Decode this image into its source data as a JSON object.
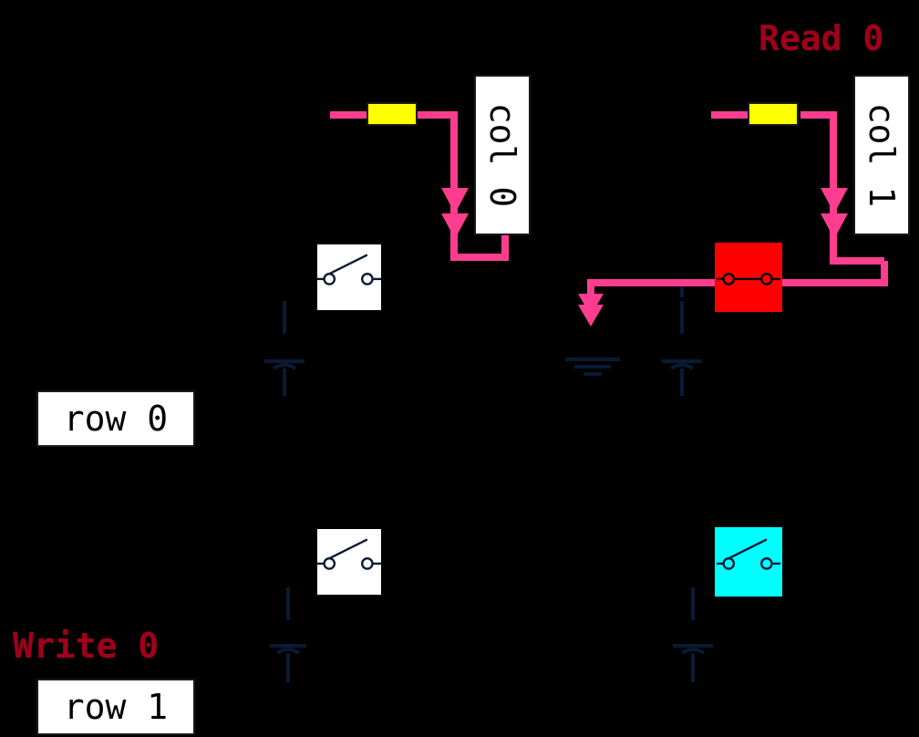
{
  "titles": {
    "read": "Read 0",
    "write": "Write 0"
  },
  "labels": {
    "col0": "col 0",
    "col1": "col 1",
    "row0": "row 0",
    "row1": "row 1"
  },
  "colors": {
    "background": "#000000",
    "title_red": "#a0001a",
    "active_wire": "#ff3d8f",
    "resistor": "#ffff00",
    "cell_read": "#ff0000",
    "cell_write": "#00ffff",
    "cell_idle": "#ffffff",
    "capacitor": "#0a1a33"
  },
  "cells": [
    {
      "row": 0,
      "col": 0,
      "state": "idle"
    },
    {
      "row": 0,
      "col": 1,
      "state": "read"
    },
    {
      "row": 1,
      "col": 0,
      "state": "idle"
    },
    {
      "row": 1,
      "col": 1,
      "state": "write"
    }
  ],
  "icons": {
    "switch": "switch-icon",
    "capacitor": "capacitor-icon",
    "ground": "ground-icon",
    "resistor": "resistor-icon",
    "arrow": "arrow-down-icon"
  }
}
